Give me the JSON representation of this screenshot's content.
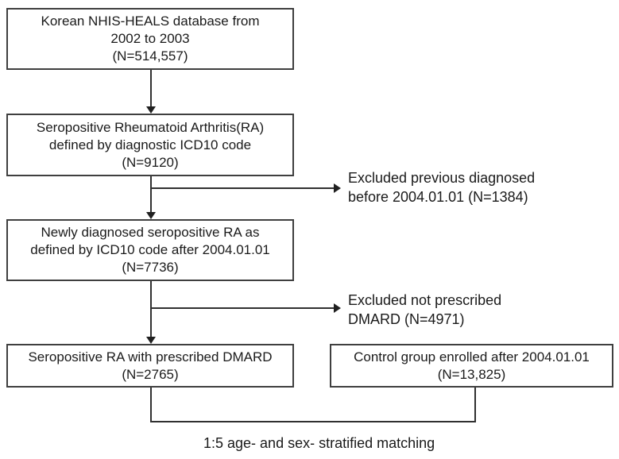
{
  "diagram": {
    "title_hint": "Study cohort selection flowchart",
    "colors": {
      "background": "#ffffff",
      "box_border": "#3f3f3f",
      "line": "#303030",
      "text": "#1a1a1a"
    },
    "boxes": [
      {
        "id": "source-database",
        "lines": [
          "Korean NHIS-HEALS database from",
          "2002 to 2003",
          "(N=514,557)"
        ]
      },
      {
        "id": "seropositive-ra",
        "lines": [
          "Seropositive Rheumatoid Arthritis(RA)",
          "defined by diagnostic ICD10 code",
          "(N=9120)"
        ]
      },
      {
        "id": "newly-diagnosed-ra",
        "lines": [
          "Newly diagnosed seropositive RA as",
          "defined by ICD10 code after 2004.01.01",
          "(N=7736)"
        ]
      },
      {
        "id": "ra-with-dmard",
        "lines": [
          "Seropositive RA with prescribed DMARD",
          "(N=2765)"
        ]
      },
      {
        "id": "control-group",
        "lines": [
          "Control group enrolled after 2004.01.01",
          "(N=13,825)"
        ]
      }
    ],
    "exclusions": [
      {
        "id": "excluded-previous-diagnosed",
        "lines": [
          "Excluded previous diagnosed",
          "before 2004.01.01 (N=1384)"
        ]
      },
      {
        "id": "excluded-no-dmard",
        "lines": [
          "Excluded not prescribed",
          "DMARD  (N=4971)"
        ]
      }
    ],
    "footer": "1:5 age- and sex- stratified  matching"
  }
}
